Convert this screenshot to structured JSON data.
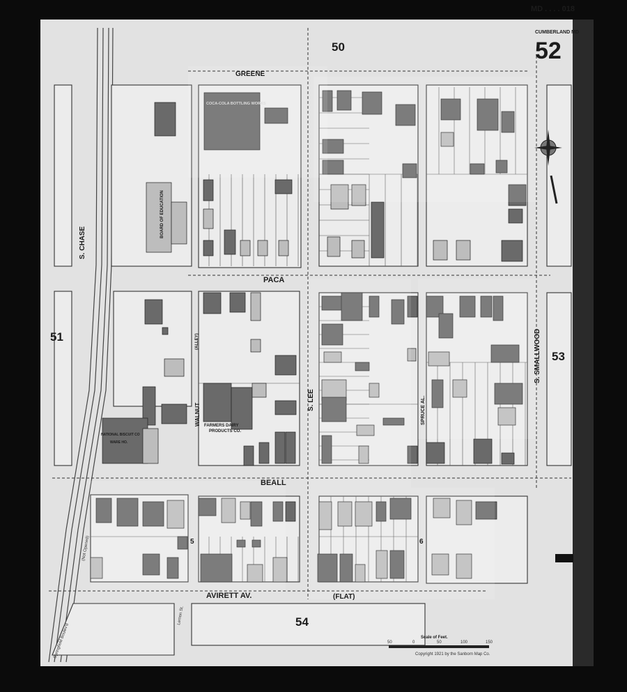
{
  "sheet": {
    "header_code": "MD . . . . 018",
    "city": "CUMBERLAND MD",
    "page_number": "52"
  },
  "adjacent_sheets": {
    "north": "50",
    "west": "51",
    "east": "53",
    "south": "54"
  },
  "block_numbers": {
    "southwest": "5",
    "southeast": "6"
  },
  "streets": {
    "greene": "GREENE",
    "paca": "PACA",
    "beall": "BEALL",
    "avirett": "AVIRETT AV.",
    "avirett_note": "(FLAT)",
    "chase": "S. CHASE",
    "lee": "S. LEE",
    "smallwood": "S. SMALLWOOD",
    "walnut": "WALNUT",
    "alley": "(ALLEY)",
    "spruce": "SPRUCE AL.",
    "not_opened": "(Not Opened)",
    "springfield": "Springfield Boulev'd",
    "lemon": "Lemon St."
  },
  "businesses": {
    "coca_cola": "COCA-COLA BOTTLING WORKS",
    "board_of_education": "BOARD OF EDUCATION",
    "national_biscuit": "NATIONAL BISCUIT CO",
    "national_biscuit_sub": "WARE HO.",
    "farmers_dairy": "FARMERS DAIRY",
    "farmers_dairy_sub": "PRODUCTS CO."
  },
  "scale": {
    "title": "Scale of Feet.",
    "ticks": [
      "50",
      "0",
      "50",
      "100",
      "150"
    ],
    "copyright": "Copyright 1921 by the Sanborn Map Co."
  },
  "colors": {
    "sheet": "#e2e2e2",
    "brick": "#6a6a6a",
    "frame": "#bdbdbd",
    "ink": "#1c1c1c"
  }
}
